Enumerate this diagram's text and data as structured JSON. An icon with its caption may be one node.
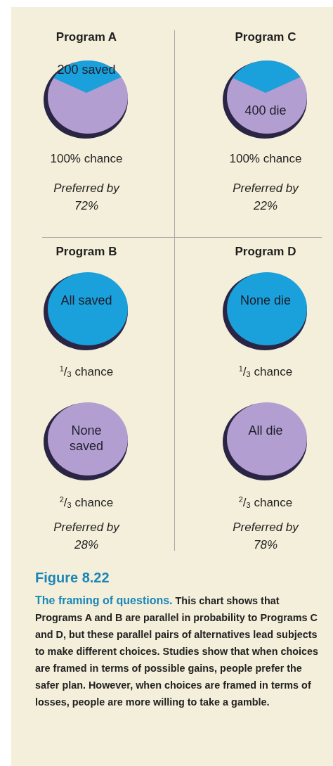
{
  "diagram": {
    "title": "Figure 8.22",
    "caption": "**The framing of questions.** This chart shows that Programs A and B are parallel in probability to Programs C and D, but these parallel pairs of alternatives lead subjects to make different choices. Studies show that when choices are framed in terms of possible gains, people prefer the safer plan. However, when choices are framed in terms of losses, people are more willing to take a gamble.",
    "nodes": [
      {
        "text": [
          "200 saved"
        ]
      },
      {
        "text": [
          "400 die"
        ]
      },
      {
        "text": [
          "All saved"
        ]
      },
      {
        "text": [
          "None die"
        ]
      },
      {
        "text": [
          "None saved"
        ]
      },
      {
        "text": [
          "All die"
        ]
      }
    ],
    "labels": [
      "Program A",
      "Program C",
      "100% chance",
      "100% chance",
      "Preferred by 72%",
      "Preferred by 22%",
      "Program B",
      "Program D",
      "$^{1}$/$_{3}$ chance",
      "$^{1}$/$_{3}$ chance",
      "$^{2}$/$_{3}$ chance",
      "$^{2}$/$_{3}$ chance",
      "Preferred by 28%",
      "Preferred by 78%"
    ]
  }
}
